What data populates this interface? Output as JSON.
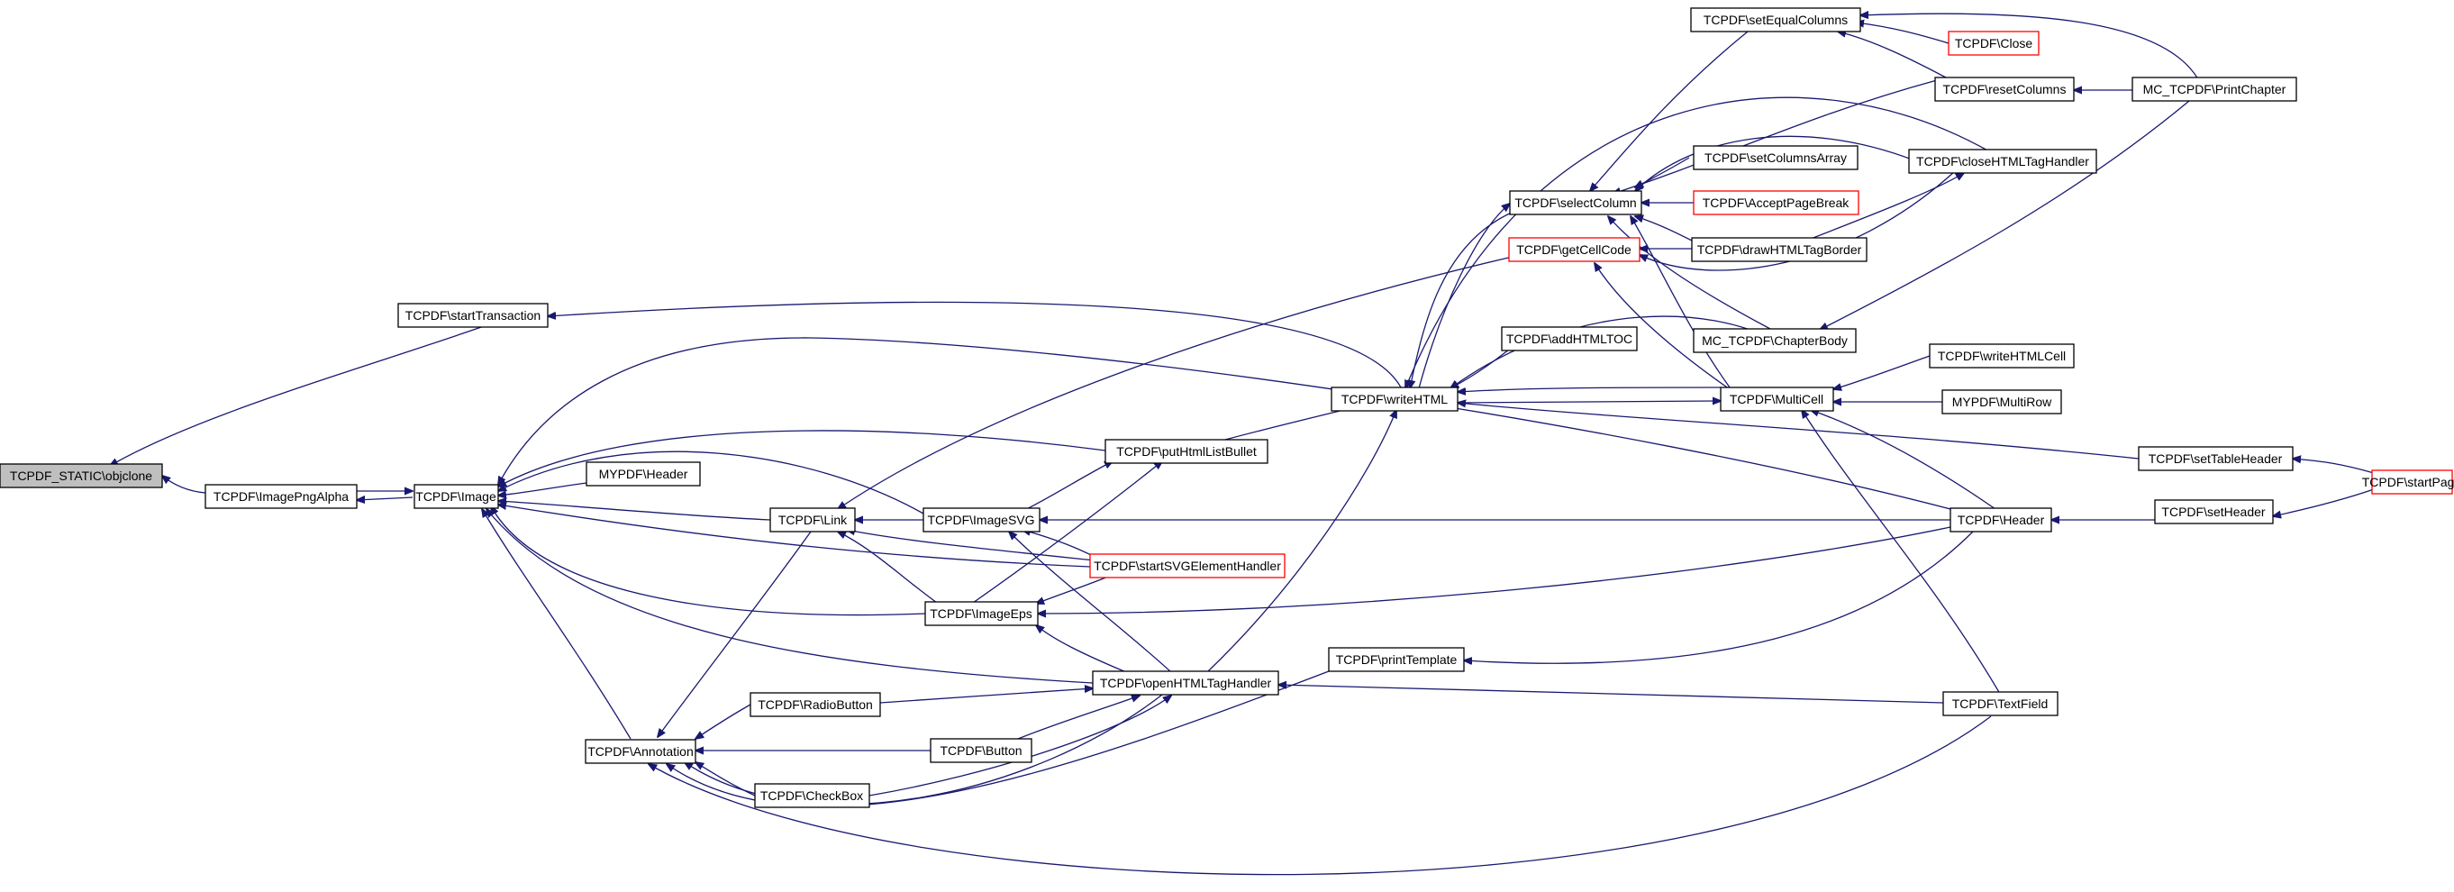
{
  "colors": {
    "edge": "#191970",
    "root_fill": "#bfbfbf",
    "red_border": "#ff0000"
  },
  "nodes": [
    {
      "id": "root",
      "label": "TCPDF_STATIC\\objclone",
      "root": true
    },
    {
      "id": "startTransaction",
      "label": "TCPDF\\startTransaction"
    },
    {
      "id": "ImagePngAlpha",
      "label": "TCPDF\\ImagePngAlpha"
    },
    {
      "id": "Image",
      "label": "TCPDF\\Image"
    },
    {
      "id": "MYPDFHeader",
      "label": "MYPDF\\Header"
    },
    {
      "id": "Link",
      "label": "TCPDF\\Link"
    },
    {
      "id": "Annotation",
      "label": "TCPDF\\Annotation"
    },
    {
      "id": "RadioButton",
      "label": "TCPDF\\RadioButton"
    },
    {
      "id": "Button",
      "label": "TCPDF\\Button"
    },
    {
      "id": "CheckBox",
      "label": "TCPDF\\CheckBox"
    },
    {
      "id": "ImageSVG",
      "label": "TCPDF\\ImageSVG"
    },
    {
      "id": "ImageEps",
      "label": "TCPDF\\ImageEps"
    },
    {
      "id": "putHtmlListBullet",
      "label": "TCPDF\\putHtmlListBullet"
    },
    {
      "id": "startSVGElementHandler",
      "label": "TCPDF\\startSVGElementHandler",
      "red": true
    },
    {
      "id": "openHTMLTagHandler",
      "label": "TCPDF\\openHTMLTagHandler"
    },
    {
      "id": "writeHTML",
      "label": "TCPDF\\writeHTML"
    },
    {
      "id": "printTemplate",
      "label": "TCPDF\\printTemplate"
    },
    {
      "id": "getCellCode",
      "label": "TCPDF\\getCellCode",
      "red": true
    },
    {
      "id": "selectColumn",
      "label": "TCPDF\\selectColumn"
    },
    {
      "id": "addHTMLTOC",
      "label": "TCPDF\\addHTMLTOC"
    },
    {
      "id": "setEqualColumns",
      "label": "TCPDF\\setEqualColumns"
    },
    {
      "id": "Close",
      "label": "TCPDF\\Close",
      "red": true
    },
    {
      "id": "resetColumns",
      "label": "TCPDF\\resetColumns"
    },
    {
      "id": "setColumnsArray",
      "label": "TCPDF\\setColumnsArray"
    },
    {
      "id": "AcceptPageBreak",
      "label": "TCPDF\\AcceptPageBreak",
      "red": true
    },
    {
      "id": "drawHTMLTagBorder",
      "label": "TCPDF\\drawHTMLTagBorder"
    },
    {
      "id": "ChapterBody",
      "label": "MC_TCPDF\\ChapterBody"
    },
    {
      "id": "MultiCell",
      "label": "TCPDF\\MultiCell"
    },
    {
      "id": "closeHTMLTagHandler",
      "label": "TCPDF\\closeHTMLTagHandler"
    },
    {
      "id": "PrintChapter",
      "label": "MC_TCPDF\\PrintChapter"
    },
    {
      "id": "writeHTMLCell",
      "label": "TCPDF\\writeHTMLCell"
    },
    {
      "id": "MultiRow",
      "label": "MYPDF\\MultiRow"
    },
    {
      "id": "setTableHeader",
      "label": "TCPDF\\setTableHeader"
    },
    {
      "id": "TCPDFHeader",
      "label": "TCPDF\\Header"
    },
    {
      "id": "setHeader",
      "label": "TCPDF\\setHeader"
    },
    {
      "id": "startPage",
      "label": "TCPDF\\startPage",
      "red": true
    },
    {
      "id": "TextField",
      "label": "TCPDF\\TextField"
    }
  ]
}
